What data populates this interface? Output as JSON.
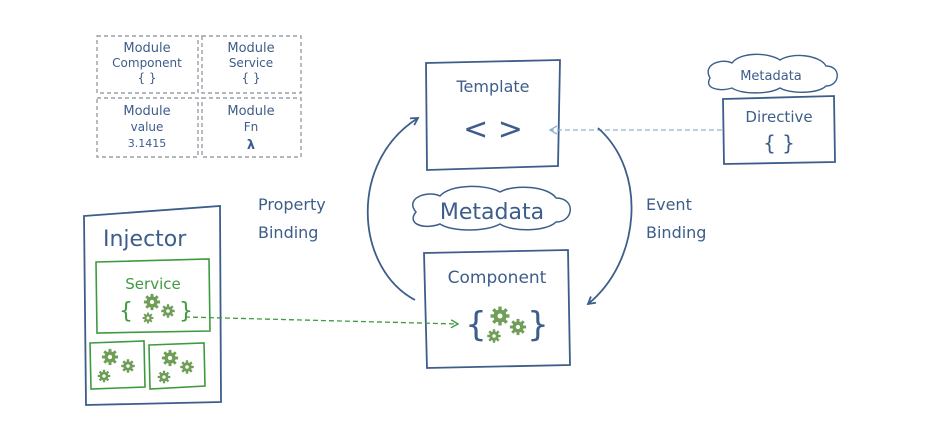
{
  "modules": {
    "component": {
      "line1": "Module",
      "line2": "Component",
      "line3": "{ }"
    },
    "service": {
      "line1": "Module",
      "line2": "Service",
      "line3": "{ }"
    },
    "value": {
      "line1": "Module",
      "line2": "value",
      "line3": "3.1415"
    },
    "fn": {
      "line1": "Module",
      "line2": "Fn",
      "line3": "λ"
    }
  },
  "template": {
    "title": "Template",
    "symbol": "<  >"
  },
  "directive": {
    "cloud": "Metadata",
    "title": "Directive",
    "symbol": "{ }"
  },
  "center_cloud": "Metadata",
  "property_binding": {
    "line1": "Property",
    "line2": "Binding"
  },
  "event_binding": {
    "line1": "Event",
    "line2": "Binding"
  },
  "injector": {
    "title": "Injector",
    "service": "Service"
  },
  "component": {
    "title": "Component"
  },
  "colors": {
    "ink": "#3d5d8a",
    "green": "#3f9a3f",
    "gear": "#6e9e57",
    "dash": "#9aa0a6",
    "arrow_dash": "#8fb3cf"
  }
}
